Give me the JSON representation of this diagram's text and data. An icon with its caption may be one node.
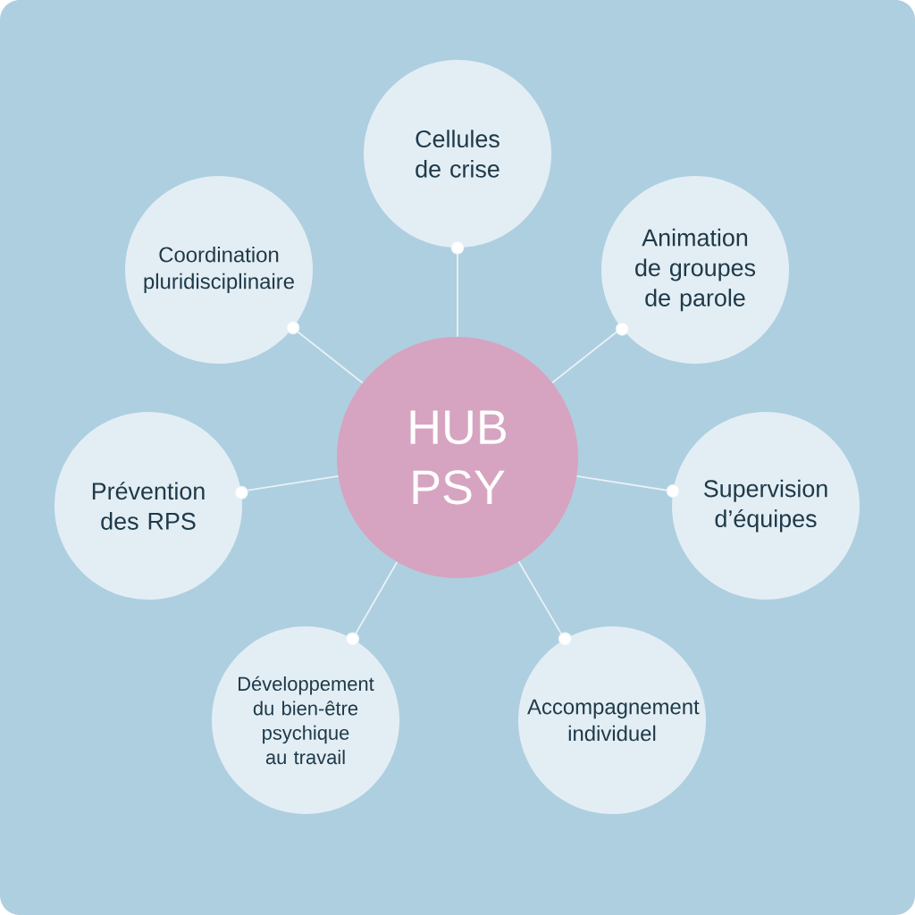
{
  "diagram": {
    "nodes": [
      {
        "text": [
          "HUB PSY"
        ]
      },
      {
        "text": [
          "Cellules de crise"
        ]
      },
      {
        "text": [
          "Animation de groupes de parole"
        ]
      },
      {
        "text": [
          "Supervision d’équipes"
        ]
      },
      {
        "text": [
          "Accompagnement individuel"
        ]
      },
      {
        "text": [
          "Développement du bien-être psychique au travail"
        ]
      },
      {
        "text": [
          "Prévention des RPS"
        ]
      },
      {
        "text": [
          "Coordination pluridisciplinaire"
        ]
      }
    ],
    "edges": [
      {
        "from": 0,
        "to": 1,
        "arrow": "other"
      },
      {
        "from": 0,
        "to": 2,
        "arrow": "other"
      },
      {
        "from": 0,
        "to": 3,
        "arrow": "other"
      },
      {
        "from": 0,
        "to": 4,
        "arrow": "other"
      },
      {
        "from": 0,
        "to": 5,
        "arrow": "other"
      },
      {
        "from": 0,
        "to": 6,
        "arrow": "other"
      },
      {
        "from": 0,
        "to": 7,
        "arrow": "other"
      }
    ]
  }
}
